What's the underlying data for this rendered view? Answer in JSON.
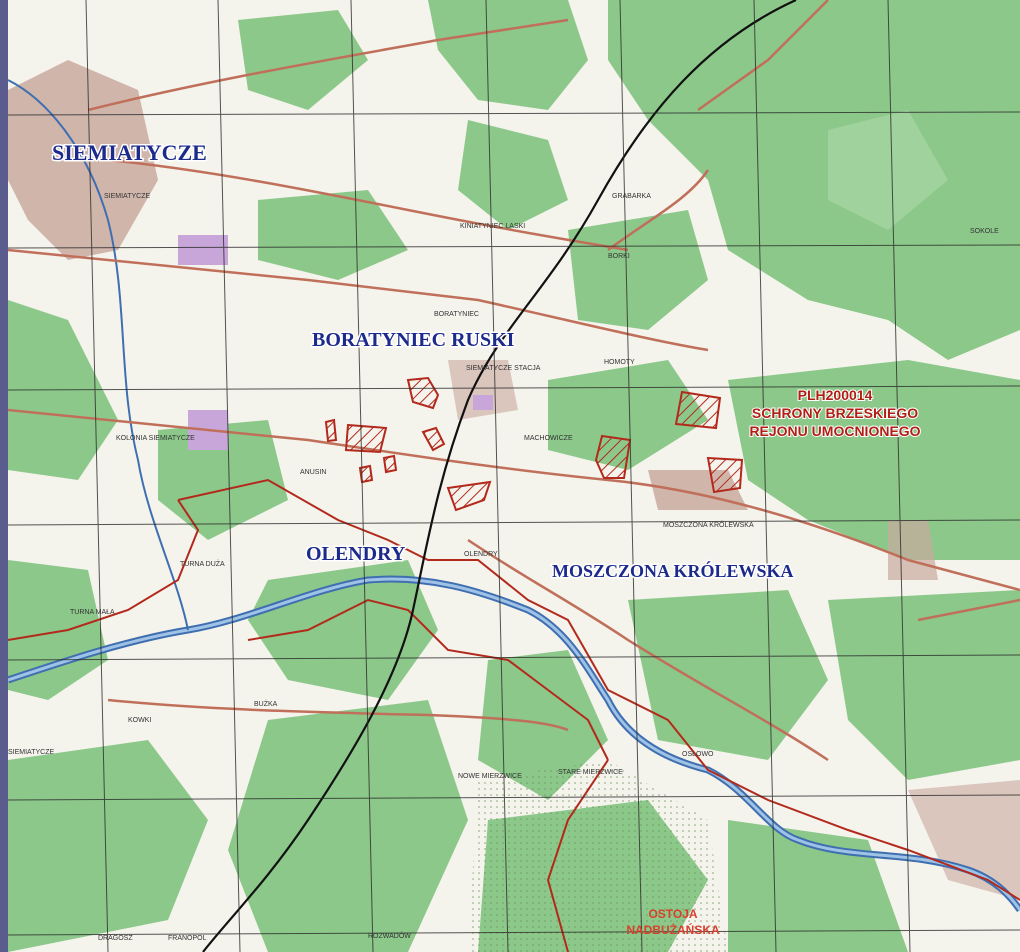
{
  "map": {
    "labels": {
      "siemiatycze_large": "SIEMIATYCZE",
      "boratyniec_ruski": "BORATYNIEC RUSKI",
      "olendry": "OLENDRY",
      "moszczona_krolewska": "MOSZCZONA KRÓLEWSKA"
    },
    "site": {
      "code": "PLH200014",
      "name_line1": "SCHRONY BRZESKIEGO",
      "name_line2": "REJONU UMOCNIONEGO"
    },
    "ostoja": {
      "line1": "OSTOJA",
      "line2": "NADBUŻAŃSKA"
    },
    "small_labels": [
      "SIEMIATYCZE",
      "BORATYNIEC",
      "SIEMIATYCZE STACJA",
      "KINIATYNIEC LASKI",
      "ANUSIN",
      "MACHOWICZE",
      "MOSZCZONA KRÓLEWSKA",
      "SOKOLE",
      "HOMOTY",
      "KOLONIA SIEMIATYCZE",
      "TURNA DUŻA",
      "TURNA MAŁA",
      "BUŻKA",
      "KOWKI",
      "FRANOPOL",
      "NOWE MIERZWICE",
      "STARE MIERZWICE",
      "OSŁOWO",
      "OLENDRY",
      "SIEMIATYCZE",
      "DRAGOSZ",
      "ROZWADÓW",
      "BORKI",
      "GRABARKA"
    ],
    "colors": {
      "forest": "#8cc88a",
      "open": "#f4f3ec",
      "river": "#3f6fb0",
      "road": "#c0705a",
      "boundary": "#b3291c",
      "rail": "#111111",
      "grid": "#2b2b2b",
      "label_blue": "#1c2a8c",
      "label_red": "#b01e14"
    }
  }
}
